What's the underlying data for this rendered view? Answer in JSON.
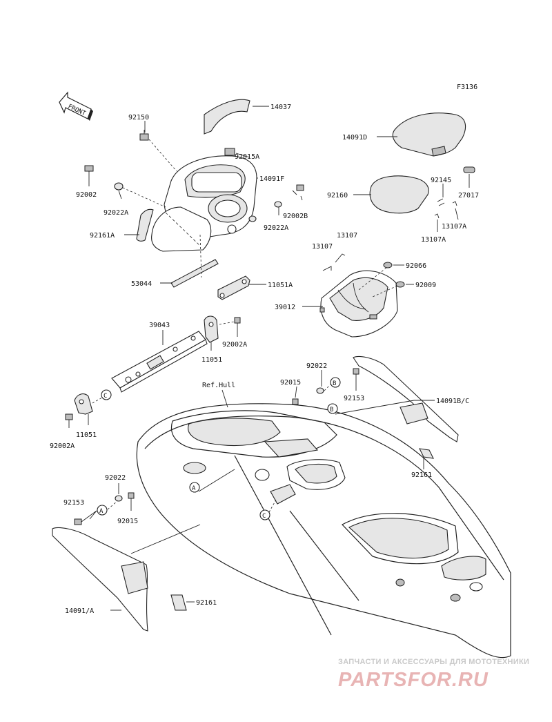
{
  "figure_code": "F3136",
  "front_label": "FRONT",
  "ref_hull": "Ref.Hull",
  "callouts": {
    "a": "A",
    "b": "B",
    "c": "C"
  },
  "parts": [
    "14037",
    "92150",
    "92015A",
    "14091F",
    "92002",
    "92002B",
    "92022A",
    "92022A",
    "92161A",
    "53044",
    "11051A",
    "14091D",
    "92160",
    "92145",
    "27017",
    "13107A",
    "13107A",
    "13107",
    "13107",
    "92066",
    "92009",
    "39012",
    "39043",
    "92002A",
    "11051",
    "11051",
    "92002A",
    "92022",
    "92015",
    "92153",
    "14091B/C",
    "92161",
    "92022",
    "92153",
    "92015",
    "14091/A",
    "92161"
  ],
  "watermark": {
    "tagline": "ЗАПЧАСТИ И АКСЕССУАРЫ ДЛЯ МОТОТЕХНИКИ",
    "brand": "PARTSFOR.RU"
  }
}
